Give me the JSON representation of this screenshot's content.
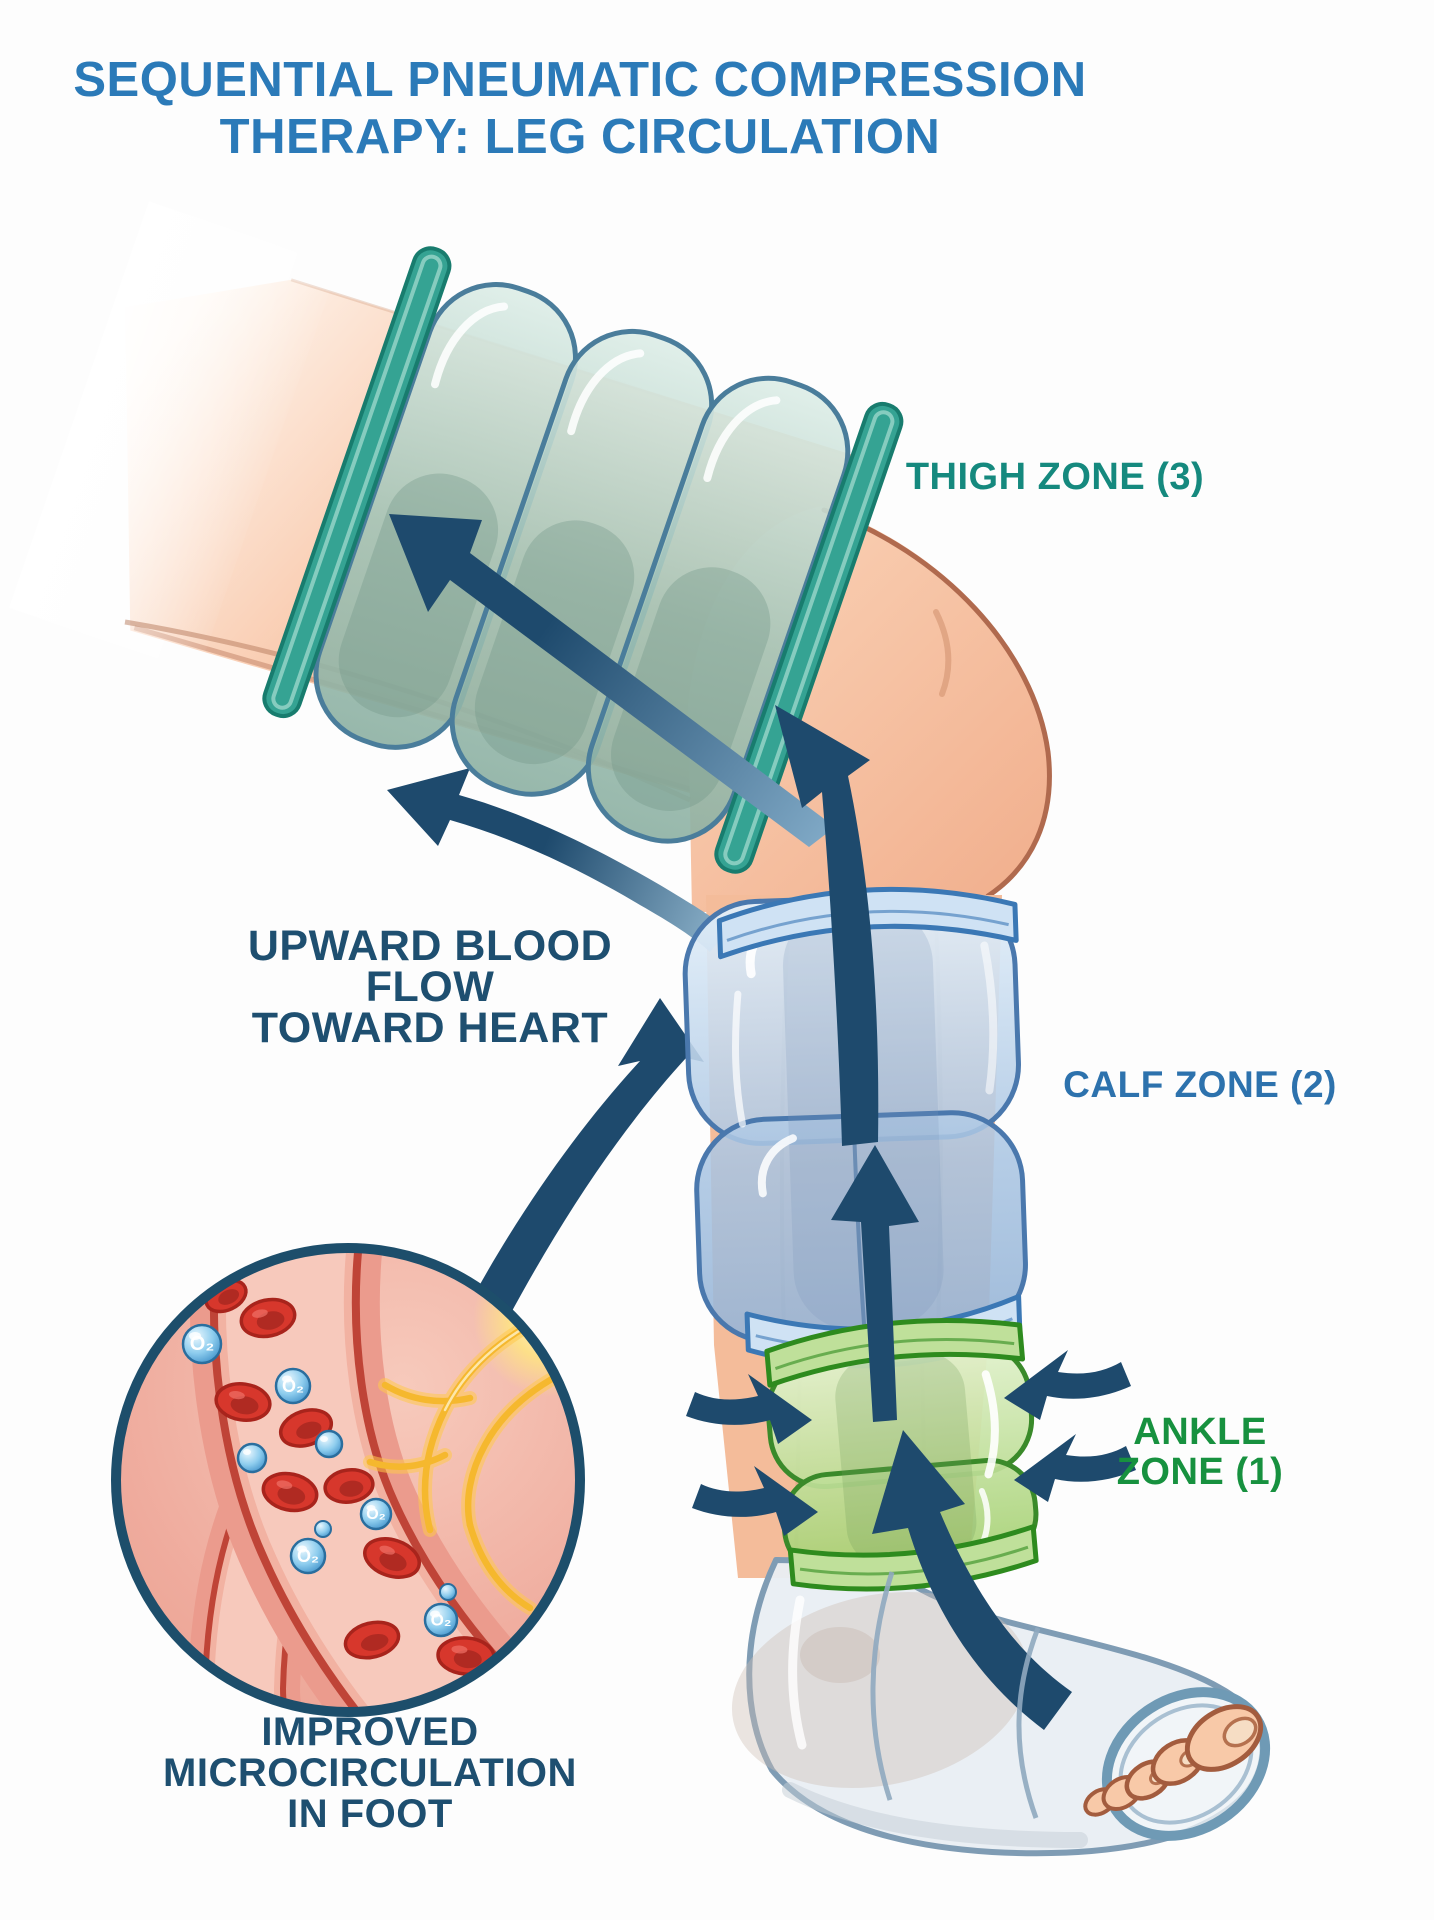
{
  "title": {
    "lines": [
      "SEQUENTIAL PNEUMATIC COMPRESSION",
      "THERAPY: LEG CIRCULATION"
    ]
  },
  "labels": {
    "thigh_zone": "THIGH ZONE (3)",
    "calf_zone": "CALF ZONE (2)",
    "ankle_zone": {
      "lines": [
        "ANKLE",
        "ZONE (1)"
      ]
    },
    "blood_flow": {
      "lines": [
        "UPWARD BLOOD",
        "FLOW",
        "TOWARD HEART"
      ]
    },
    "microcirculation": {
      "lines": [
        "IMPROVED",
        "MICROCIRCULATION",
        "IN FOOT"
      ]
    }
  },
  "inset": {
    "o2_label": "O₂"
  },
  "colors": {
    "background": "#fdfdfd",
    "title_text": "#2b7ab8",
    "thigh_zone_text": "#15897e",
    "calf_zone_text": "#2d72ad",
    "ankle_zone_text": "#17913f",
    "dark_blue_text_arrows": "#1e4a6d",
    "skin": "#f4bc9a",
    "thigh_cuff": "#9dbfb2",
    "thigh_cuff_rim": "#35a393",
    "calf_cuff": "#aac4e2",
    "calf_cuff_rim": "#3b78b5",
    "ankle_cuff": "#a3cd74",
    "ankle_cuff_rim": "#2e8b1e",
    "foot_wrap": "#e9eef3",
    "inset_ring": "#1d4e6b",
    "vessel_wall": "#bf4437",
    "blood_cell": "#d7372c",
    "oxygen_bubble": "#3f90c9",
    "capillary": "#f5b82e"
  }
}
